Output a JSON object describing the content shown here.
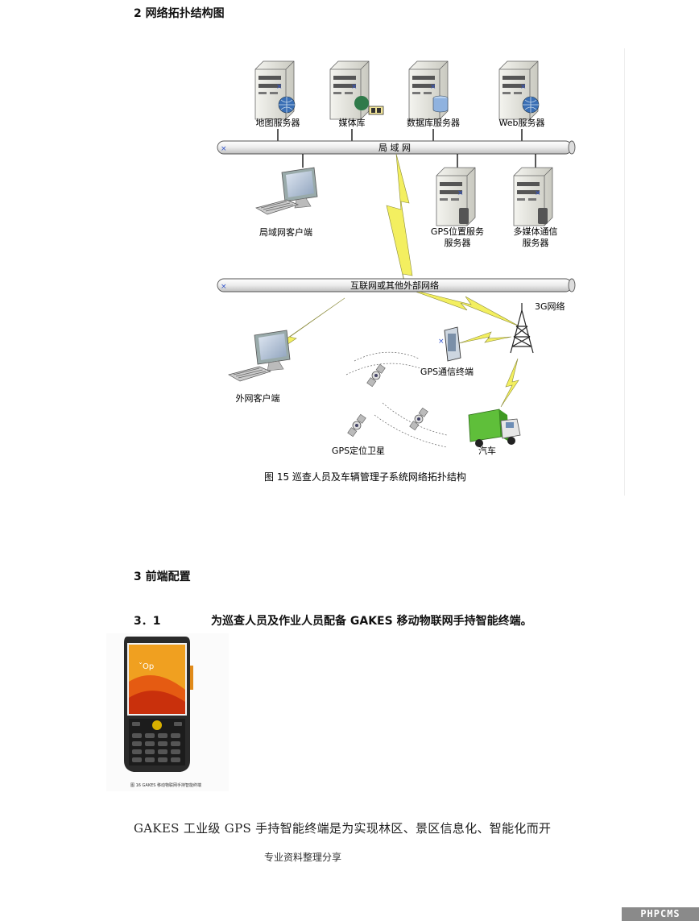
{
  "section2": {
    "heading": "2 网络拓扑结构图"
  },
  "diagram": {
    "servers": [
      {
        "label": "地图服务器",
        "badge": "globe-icon"
      },
      {
        "label": "媒体库",
        "badge": "media-icon"
      },
      {
        "label": "数据库服务器",
        "badge": "database-icon"
      },
      {
        "label": "Web服务器",
        "badge": "globe-icon"
      }
    ],
    "lan_bus_label": "局    域    网",
    "lan_client_label": "局域网客户端",
    "gps_server_label_1": "GPS位置服务",
    "gps_server_label_2": "服务器",
    "media_comm_label_1": "多媒体通信",
    "media_comm_label_2": "服务器",
    "internet_bus_label": "互联网或其他外部网络",
    "tower_label": "3G网络",
    "gps_terminal_label": "GPS通信终端",
    "external_client_label": "外网客户端",
    "satellite_label": "GPS定位卫星",
    "car_label": "汽车",
    "caption": "图 15 巡查人员及车辆管理子系统网络拓扑结构"
  },
  "section3": {
    "heading": "3 前端配置",
    "sub_number": "3．1",
    "sub_title": "为巡查人员及作业人员配备 GAKES 移动物联网手持智能终端。",
    "phone_caption": "图 16 GAKES 移动物联网手持智能终端"
  },
  "paragraph": "GAKES 工业级 GPS 手持智能终端是为实现林区、景区信息化、智能化而开",
  "footer": "专业资料整理分享",
  "watermark": "PHPCMS"
}
